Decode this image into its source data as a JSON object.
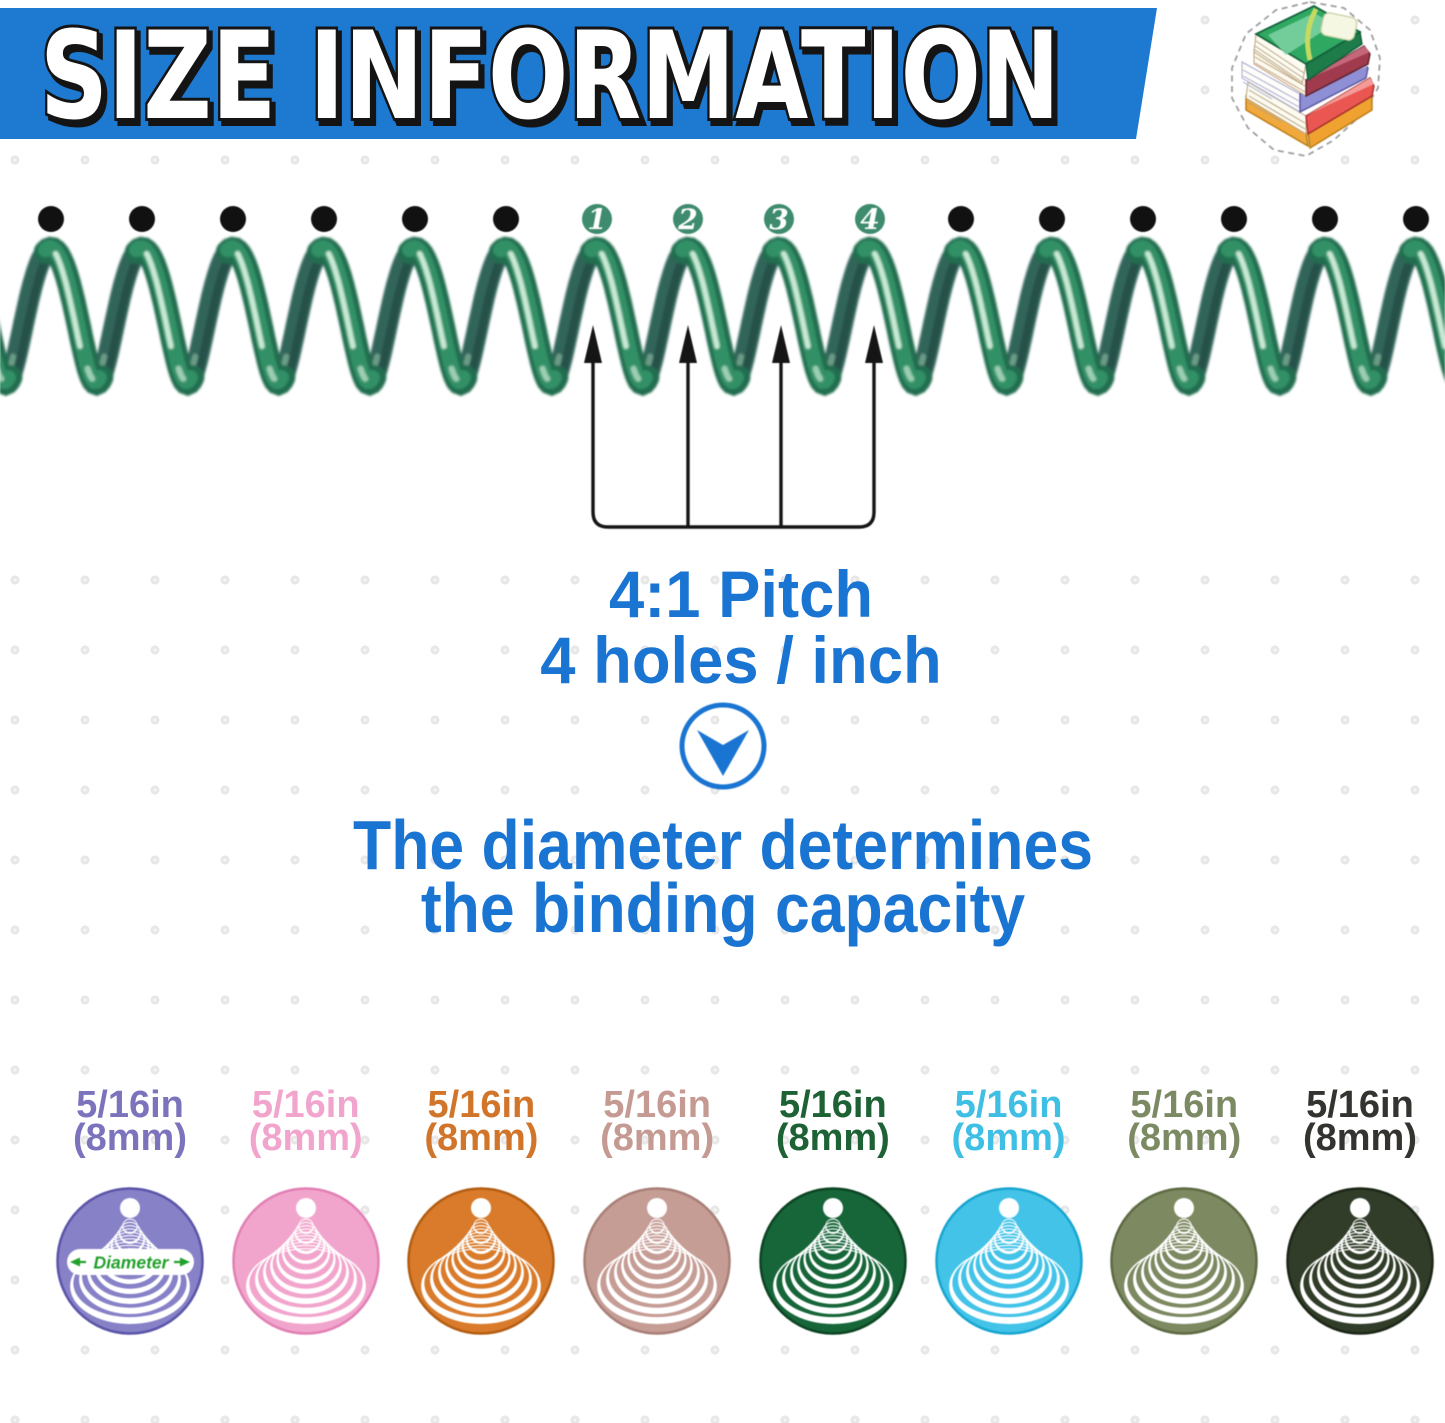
{
  "header": {
    "title": "SIZE INFORMATION",
    "banner_color": "#1e79d0",
    "icon": "books-stack-icon"
  },
  "binding": {
    "hole_count": 16,
    "numbered_holes": [
      "1",
      "2",
      "3",
      "4"
    ],
    "coil_color": "#2e8f66",
    "hole_color": "#111111",
    "number_circle_color": "#3e8b6e",
    "pitch_title": "4:1 Pitch",
    "pitch_subtitle": "4 holes / inch"
  },
  "divider": {
    "icon": "chevron-down-circle-icon",
    "color": "#1a75d2"
  },
  "description": {
    "line1": "The diameter determines",
    "line2": "the binding capacity",
    "text_color": "#1a75d2"
  },
  "sizes": {
    "diameter_label": "Diameter",
    "diameter_label_color": "#22a02c",
    "items": [
      {
        "size_in": "5/16in",
        "size_mm": "(8mm)",
        "color": "#8781c7",
        "outline": "#5a54a8",
        "label_color": "#7b74bd",
        "has_diameter_label": true
      },
      {
        "size_in": "5/16in",
        "size_mm": "(8mm)",
        "color": "#f2a5cc",
        "outline": "#e17fb4",
        "label_color": "#f2a5cc",
        "has_diameter_label": false
      },
      {
        "size_in": "5/16in",
        "size_mm": "(8mm)",
        "color": "#d97b2b",
        "outline": "#b35d12",
        "label_color": "#d0752a",
        "has_diameter_label": false
      },
      {
        "size_in": "5/16in",
        "size_mm": "(8mm)",
        "color": "#c69d95",
        "outline": "#a87f77",
        "label_color": "#c49a92",
        "has_diameter_label": false
      },
      {
        "size_in": "5/16in",
        "size_mm": "(8mm)",
        "color": "#176639",
        "outline": "#0c4423",
        "label_color": "#1d6134",
        "has_diameter_label": false
      },
      {
        "size_in": "5/16in",
        "size_mm": "(8mm)",
        "color": "#43c3e8",
        "outline": "#17a5cf",
        "label_color": "#3fbfe3",
        "has_diameter_label": false
      },
      {
        "size_in": "5/16in",
        "size_mm": "(8mm)",
        "color": "#7d8961",
        "outline": "#5d6a43",
        "label_color": "#7c8a64",
        "has_diameter_label": false
      },
      {
        "size_in": "5/16in",
        "size_mm": "(8mm)",
        "color": "#313d28",
        "outline": "#1c2617",
        "label_color": "#33342f",
        "has_diameter_label": false
      }
    ]
  }
}
